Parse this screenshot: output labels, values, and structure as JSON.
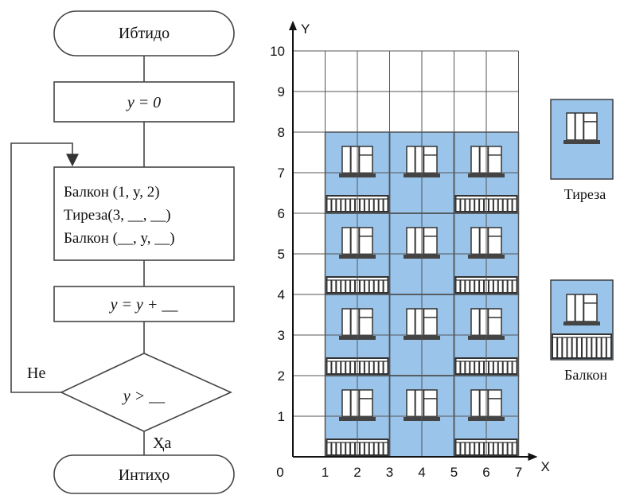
{
  "flowchart": {
    "start_label": "Ибтидо",
    "init_label": "y = 0",
    "process_lines": [
      "Балкон (1, y, 2)",
      "Тиреза(3, __, __)",
      "Балкон (__, y, __)"
    ],
    "increment_label": "y = y + __",
    "condition_label": "y > __",
    "no_label": "Не",
    "yes_label": "Ҳа",
    "end_label": "Интиҳо"
  },
  "grid": {
    "x_axis_label": "X",
    "y_axis_label": "Y",
    "origin_label": "0",
    "x_ticks": [
      "1",
      "2",
      "3",
      "4",
      "5",
      "6",
      "7"
    ],
    "y_ticks": [
      "1",
      "2",
      "3",
      "4",
      "5",
      "6",
      "7",
      "8",
      "9",
      "10"
    ],
    "building": {
      "x_range": [
        1,
        7
      ],
      "y_range": [
        0,
        8
      ],
      "columns": [
        {
          "x": 1,
          "type": "balcony"
        },
        {
          "x": 3,
          "type": "window"
        },
        {
          "x": 5,
          "type": "balcony"
        }
      ],
      "floors": [
        0,
        2,
        4,
        6
      ]
    }
  },
  "legend": {
    "window_label": "Тиреза",
    "balcony_label": "Балкон"
  },
  "colors": {
    "building_fill": "#9bc4ea",
    "frame": "#333333",
    "grid_line": "#555555"
  }
}
